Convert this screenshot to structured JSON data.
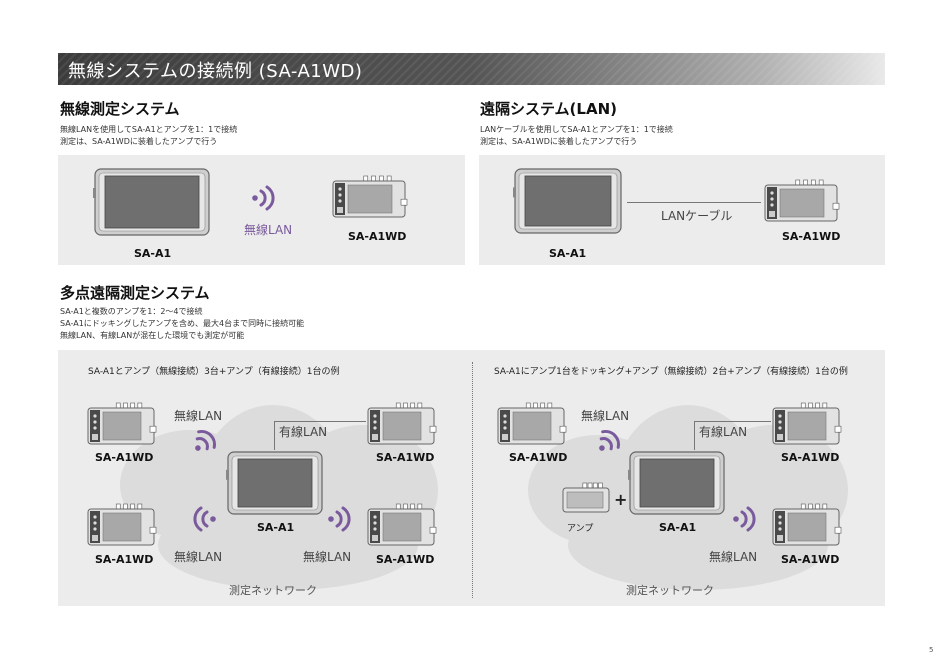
{
  "banner_title": "無線システムの接続例 (SA-A1WD)",
  "wireless": {
    "title": "無線測定システム",
    "desc": [
      "無線LANを使用してSA-A1とアンプを1：1で接続",
      "測定は、SA-A1WDに装着したアンプで行う"
    ],
    "tablet": "SA-A1",
    "amp": "SA-A1WD",
    "link": "無線LAN"
  },
  "remote": {
    "title": "遠隔システム(LAN)",
    "desc": [
      "LANケーブルを使用してSA-A1とアンプを1：1で接続",
      "測定は、SA-A1WDに装着したアンプで行う"
    ],
    "tablet": "SA-A1",
    "amp": "SA-A1WD",
    "link": "LANケーブル"
  },
  "multi": {
    "title": "多点遠隔測定システム",
    "desc": [
      "SA-A1と複数のアンプを1：2〜4で接続",
      "SA-A1にドッキングしたアンプを含め、最大4台まで同時に接続可能",
      "無線LAN、有線LANが混在した環境でも測定が可能"
    ],
    "left": {
      "caption": "SA-A1とアンプ（無線接続）3台+アンプ（有線接続）1台の例",
      "amp_tl": "SA-A1WD",
      "amp_tr": "SA-A1WD",
      "amp_bl": "SA-A1WD",
      "amp_br": "SA-A1WD",
      "tablet": "SA-A1",
      "wl_top": "無線LAN",
      "wired": "有線LAN",
      "wl_bl": "無線LAN",
      "wl_br": "無線LAN",
      "network": "測定ネットワーク"
    },
    "right": {
      "caption": "SA-A1にアンプ1台をドッキング+アンプ（無線接続）2台+アンプ（有線接続）1台の例",
      "amp_tl": "SA-A1WD",
      "amp_tr": "SA-A1WD",
      "amp_br": "SA-A1WD",
      "tablet": "SA-A1",
      "docked": "アンプ",
      "plus": "+",
      "wl_top": "無線LAN",
      "wired": "有線LAN",
      "wl_br": "無線LAN",
      "network": "測定ネットワーク"
    }
  },
  "page_number": "5",
  "colors": {
    "accent": "#7a5a9c",
    "panel": "#ececec",
    "cloud": "#dcdcdc"
  }
}
